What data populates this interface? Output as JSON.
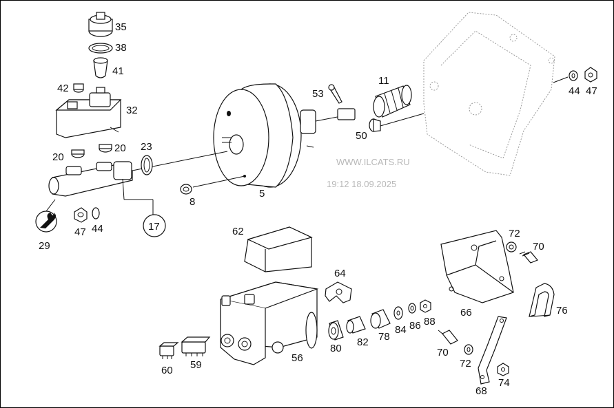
{
  "watermark": {
    "site": "WWW.ILCATS.RU",
    "timestamp": "19:12 18.09.2025"
  },
  "callouts": {
    "c35": "35",
    "c38": "38",
    "c41": "41",
    "c42": "42",
    "c32": "32",
    "c20a": "20",
    "c20b": "20",
    "c23": "23",
    "c29": "29",
    "c47a": "47",
    "c44a": "44",
    "c17": "17",
    "c8": "8",
    "c5": "5",
    "c53": "53",
    "c11": "11",
    "c50": "50",
    "c44b": "44",
    "c47b": "47",
    "c62": "62",
    "c64": "64",
    "c56": "56",
    "c60": "60",
    "c59": "59",
    "c80": "80",
    "c82": "82",
    "c78": "78",
    "c84": "84",
    "c86": "86",
    "c88": "88",
    "c72a": "72",
    "c70a": "70",
    "c66": "66",
    "c76": "76",
    "c70b": "70",
    "c72b": "72",
    "c74": "74",
    "c68": "68"
  },
  "icons": {
    "tool": "wrench-icon"
  }
}
